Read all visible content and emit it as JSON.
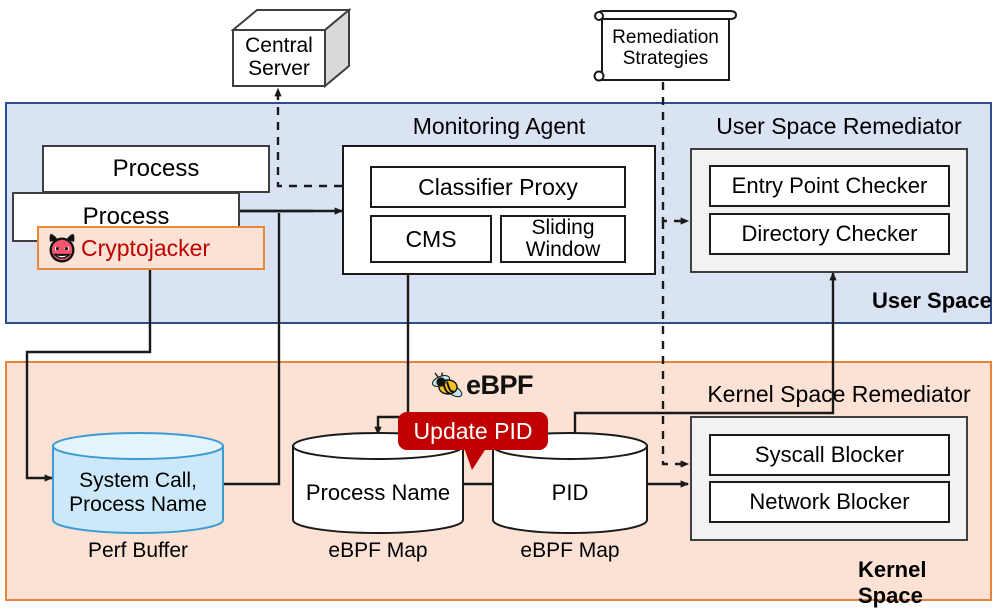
{
  "diagram": {
    "title": "eBPF-based cryptojacking detection and remediation architecture",
    "colors": {
      "user_space_fill": "#DAE3F3",
      "user_space_border": "#2E4D8C",
      "kernel_space_fill": "#FBE2D5",
      "kernel_space_border": "#E8833A",
      "remediator_fill": "#F2F2F2",
      "perf_buffer_fill": "#CDE9F9",
      "callout_fill": "#C00000",
      "cryptojacker_text": "#C00000",
      "box_border": "#3F3F3F"
    }
  },
  "external": {
    "central_server": {
      "line1": "Central",
      "line2": "Server"
    },
    "remediation_strategies": {
      "line1": "Remediation",
      "line2": "Strategies"
    }
  },
  "user_space": {
    "region_label": "User Space",
    "processes": [
      {
        "label": "Process"
      },
      {
        "label": "Process"
      }
    ],
    "cryptojacker": {
      "label": "Cryptojacker",
      "icon": "devil-face-emoji"
    },
    "monitoring_agent": {
      "title": "Monitoring Agent",
      "components": [
        {
          "label": "Classifier Proxy"
        },
        {
          "label": "CMS"
        },
        {
          "label": "Sliding\nWindow",
          "line1": "Sliding",
          "line2": "Window"
        }
      ]
    },
    "remediator": {
      "title": "User Space Remediator",
      "components": [
        {
          "label": "Entry Point Checker"
        },
        {
          "label": "Directory Checker"
        }
      ]
    }
  },
  "kernel_space": {
    "region_label": "Kernel Space",
    "ebpf_logo": {
      "text": "eBPF",
      "icon": "bee-icon"
    },
    "callout": {
      "label": "Update PID"
    },
    "perf_buffer": {
      "caption": "Perf Buffer",
      "line1": "System Call,",
      "line2": "Process Name"
    },
    "maps": [
      {
        "caption": "eBPF Map",
        "value": "Process Name"
      },
      {
        "caption": "eBPF Map",
        "value": "PID"
      }
    ],
    "remediator": {
      "title": "Kernel Space Remediator",
      "components": [
        {
          "label": "Syscall Blocker"
        },
        {
          "label": "Network Blocker"
        }
      ]
    }
  }
}
